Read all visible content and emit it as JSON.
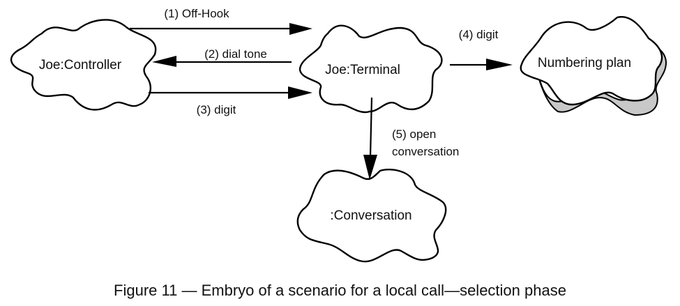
{
  "nodes": [
    {
      "id": "controller",
      "label": "Joe:Controller"
    },
    {
      "id": "terminal",
      "label": "Joe:Terminal"
    },
    {
      "id": "numbering",
      "label": "Numbering plan"
    },
    {
      "id": "conversation",
      "label": ":Conversation"
    }
  ],
  "edges": [
    {
      "from": "controller",
      "to": "terminal",
      "label": "(1) Off-Hook"
    },
    {
      "from": "terminal",
      "to": "controller",
      "label": "(2) dial tone"
    },
    {
      "from": "controller",
      "to": "terminal",
      "label": "(3) digit"
    },
    {
      "from": "terminal",
      "to": "numbering",
      "label": "(4) digit"
    },
    {
      "from": "terminal",
      "to": "conversation",
      "label_line1": "(5) open",
      "label_line2": "conversation"
    }
  ],
  "caption": "Figure 11 — Embryo of a scenario for a local call—selection phase"
}
